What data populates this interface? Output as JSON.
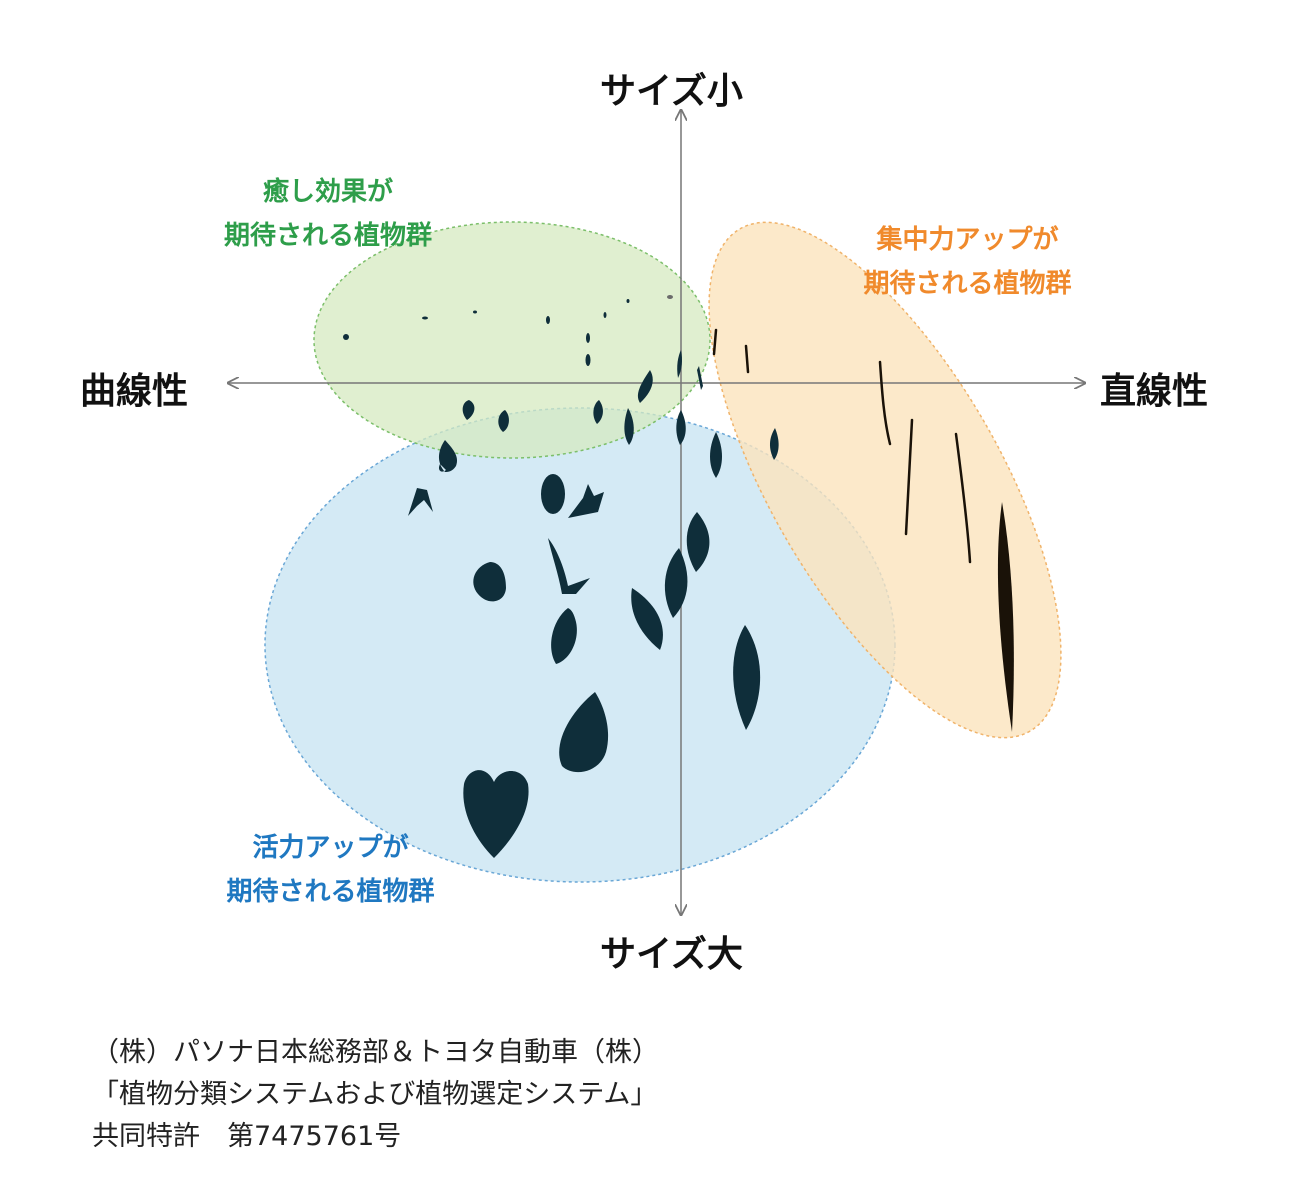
{
  "axes": {
    "top": "サイズ小",
    "bottom": "サイズ大",
    "left": "曲線性",
    "right": "直線性"
  },
  "groups": {
    "relax": {
      "line1": "癒し効果が",
      "line2": "期待される植物群",
      "color": "#2e9e4a",
      "fill": "#dbecc9"
    },
    "focus": {
      "line1": "集中力アップが",
      "line2": "期待される植物群",
      "color": "#f08a2c",
      "fill": "#fbe5c2"
    },
    "energy": {
      "line1": "活力アップが",
      "line2": "期待される植物群",
      "color": "#1f78c1",
      "fill": "#cde6f3"
    }
  },
  "footer": {
    "line1": "（株）パソナ日本総務部＆トヨタ自動車（株）",
    "line2": "「植物分類システムおよび植物選定システム」",
    "line3": "共同特許　第7475761号"
  },
  "leaf_color": "#0f2e3a"
}
